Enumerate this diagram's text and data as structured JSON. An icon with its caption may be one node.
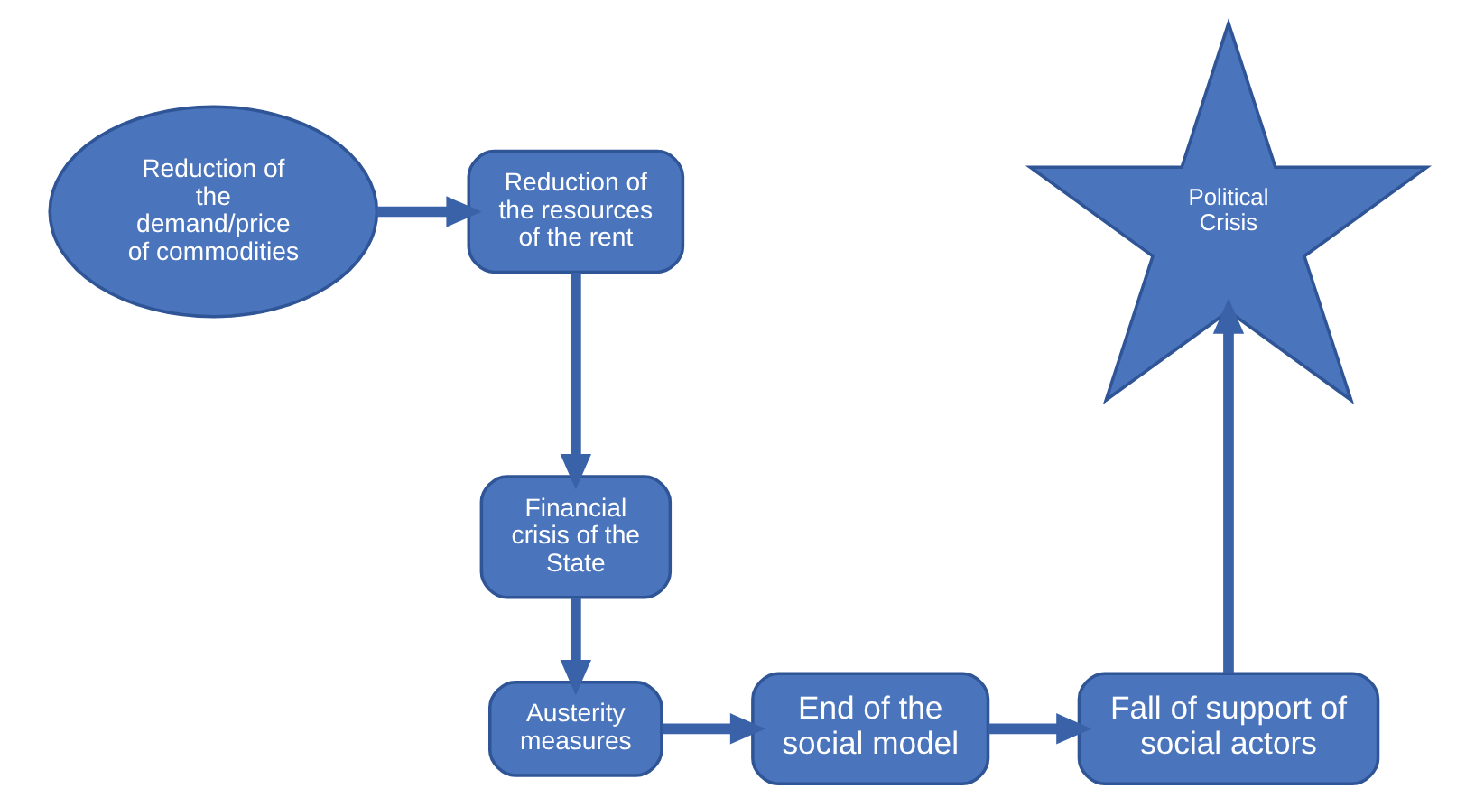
{
  "diagram": {
    "nodes": [
      {
        "text": [
          "Reduction of the demand/price of commodities"
        ]
      },
      {
        "text": [
          "Reduction of the resources of the rent"
        ]
      },
      {
        "text": [
          "Financial crisis of the State"
        ]
      },
      {
        "text": [
          "Austerity measures"
        ]
      },
      {
        "text": [
          "End of the social model"
        ]
      },
      {
        "text": [
          "Fall of support of social actors"
        ]
      },
      {
        "text": [
          "Political Crisis"
        ]
      }
    ],
    "edges": [
      {
        "from": 0,
        "to": 1,
        "arrow": "to"
      },
      {
        "from": 1,
        "to": 2,
        "arrow": "to"
      },
      {
        "from": 2,
        "to": 3,
        "arrow": "to"
      },
      {
        "from": 3,
        "to": 4,
        "arrow": "to"
      },
      {
        "from": 4,
        "to": 5,
        "arrow": "to"
      },
      {
        "from": 5,
        "to": 6,
        "arrow": "to"
      }
    ]
  }
}
